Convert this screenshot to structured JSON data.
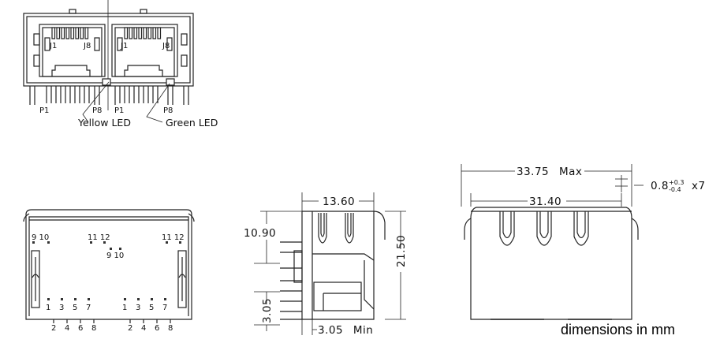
{
  "top_view": {
    "port1": {
      "j1": "J1",
      "j8": "J8",
      "p1": "P1",
      "p8": "P8"
    },
    "port2": {
      "j1": "J1",
      "j8": "J8",
      "p1": "P1",
      "p8": "P8"
    },
    "yellow_led": "Yellow LED",
    "green_led": "Green LED"
  },
  "front_view": {
    "led_pins_left": "9 10",
    "led_pins_mid": "11 12",
    "led_pins_center": "9 10",
    "led_pins_right": "11 12",
    "odd_pins_left": [
      "1",
      "3",
      "5",
      "7"
    ],
    "odd_pins_right": [
      "1",
      "3",
      "5",
      "7"
    ],
    "even_pins_left": [
      "2",
      "4",
      "6",
      "8"
    ],
    "even_pins_right": [
      "2",
      "4",
      "6",
      "8"
    ]
  },
  "side_view": {
    "width": "13.60",
    "height": "21.50",
    "led_height": "10.90",
    "pin_pitch": "3.05",
    "pin_length": "3.05",
    "pin_length_suffix": "Min"
  },
  "rear_view": {
    "overall_width": "33.75",
    "overall_width_suffix": "Max",
    "inner_width": "31.40",
    "pin_thickness": "0.8",
    "tol_plus": "+0.3",
    "tol_minus": "-0.4",
    "pin_count": "x7"
  },
  "units_note": "dimensions in mm"
}
